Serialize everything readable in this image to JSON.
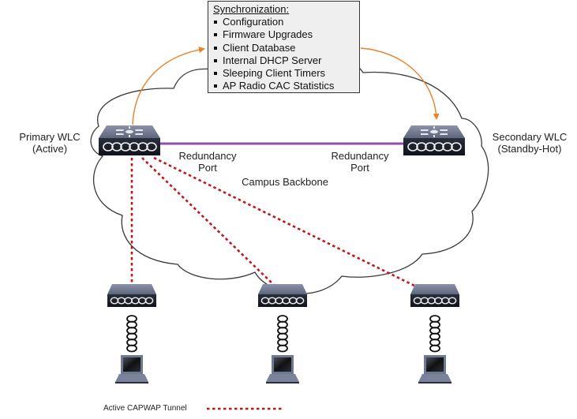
{
  "sync_box": {
    "title": "Synchronization:",
    "items": [
      "Configuration",
      "Firmware Upgrades",
      "Client Database",
      "Internal DHCP Server",
      "Sleeping Client Timers",
      "AP Radio CAC Statistics"
    ]
  },
  "controllers": {
    "primary": {
      "name": "Primary WLC",
      "state": "(Active)"
    },
    "secondary": {
      "name": "Secondary WLC",
      "state": "(Standby-Hot)"
    }
  },
  "links": {
    "redundancy_port_left": [
      "Redundancy",
      "Port"
    ],
    "redundancy_port_right": [
      "Redundancy",
      "Port"
    ],
    "backbone": "Campus Backbone"
  },
  "access_points": [
    {
      "id": "ap-left"
    },
    {
      "id": "ap-center"
    },
    {
      "id": "ap-right"
    }
  ],
  "legend": {
    "tunnel_label": "Active CAPWAP Tunnel"
  },
  "colors": {
    "tunnel": "#c0171c",
    "sync_arrow": "#e8822a",
    "redundancy_link": "#8e4fb0",
    "device_top": "#6e7891",
    "device_front": "#1b1f2a",
    "cloud_stroke": "#3a3a3a"
  }
}
